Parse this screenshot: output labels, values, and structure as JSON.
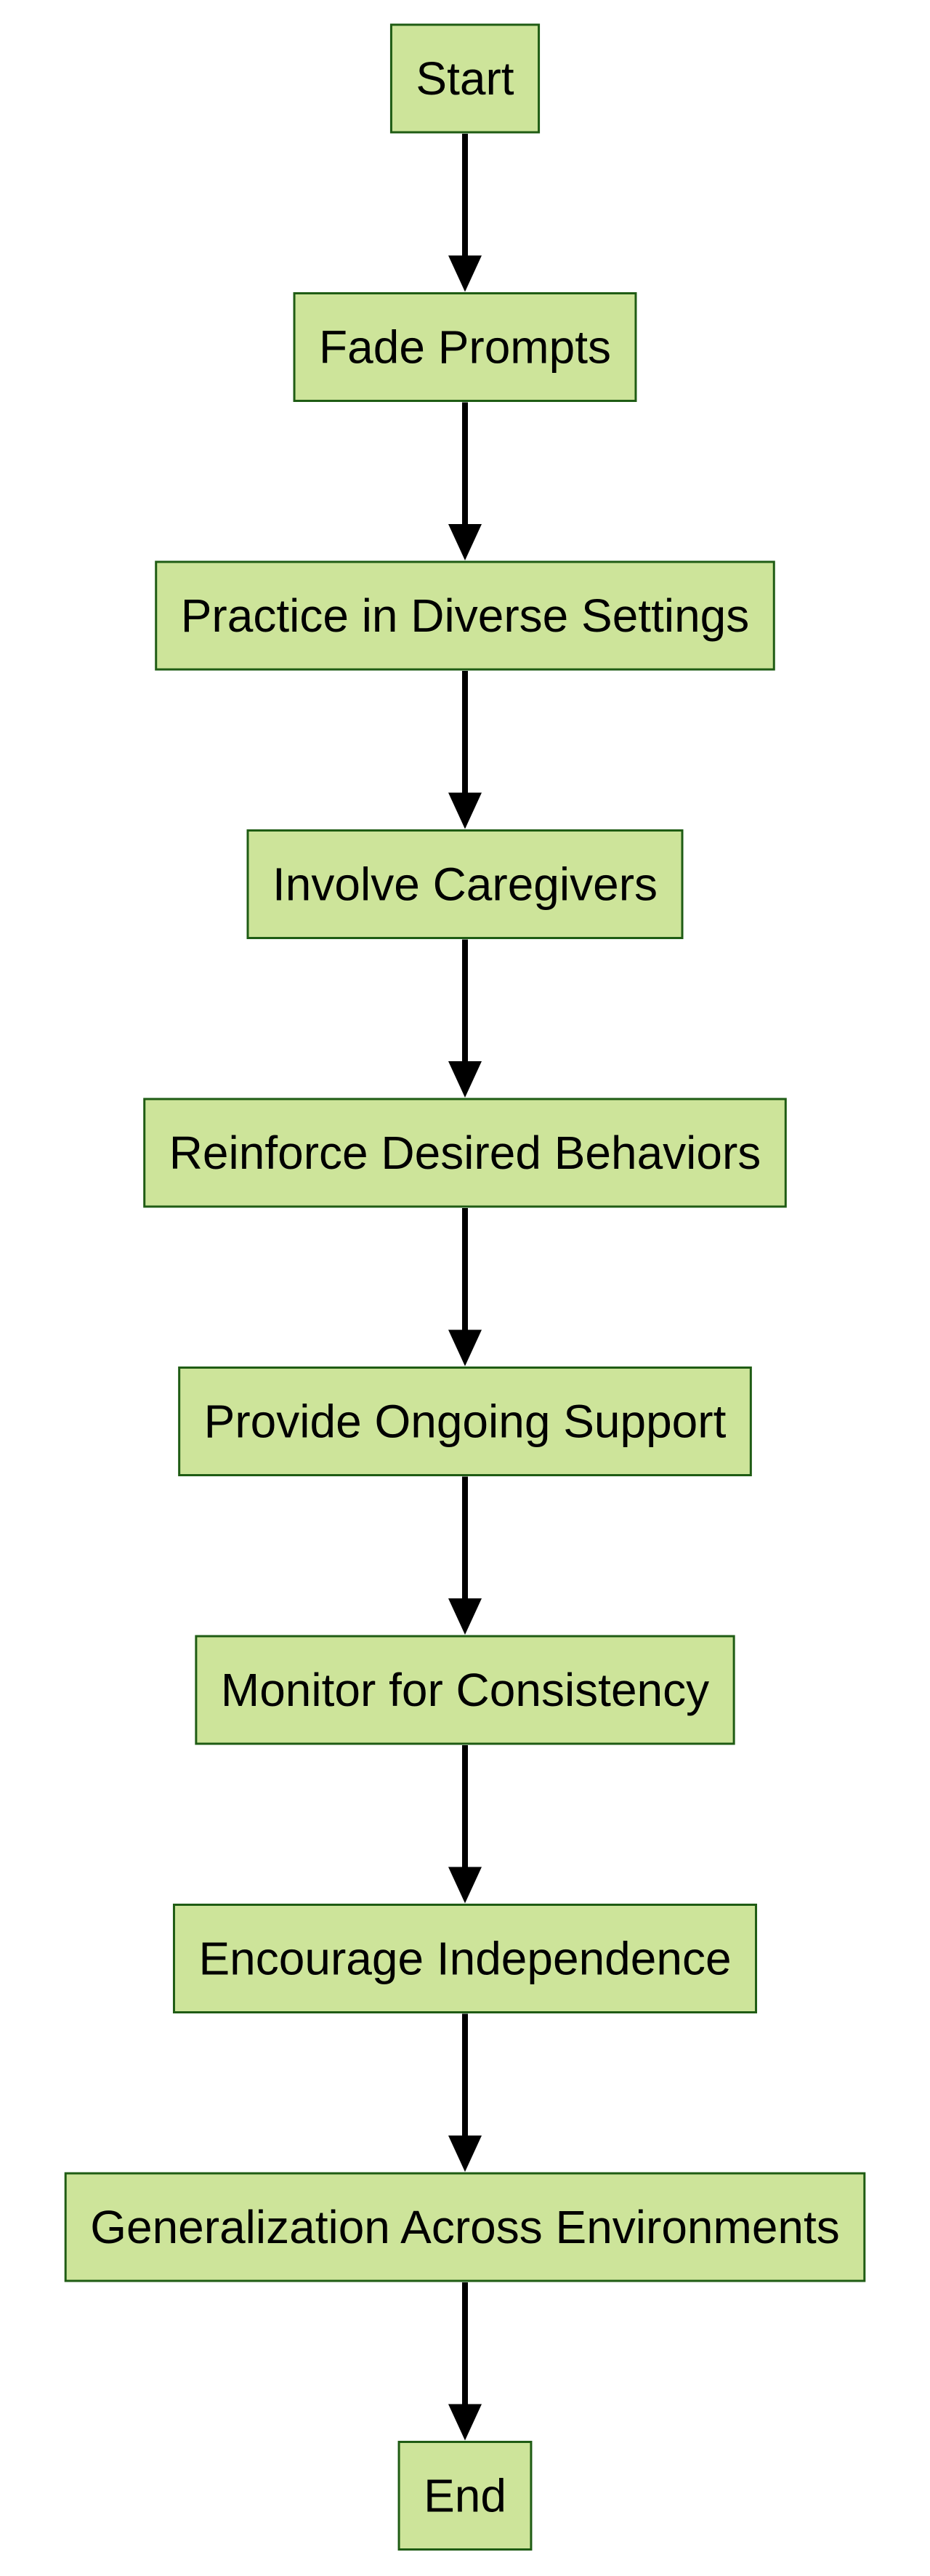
{
  "style": {
    "node_fill": "#cde49a",
    "node_stroke": "#1f5c14",
    "edge_color": "#000000",
    "background": "#ffffff"
  },
  "nodes": [
    {
      "id": "start",
      "label": "Start"
    },
    {
      "id": "fade-prompts",
      "label": "Fade Prompts"
    },
    {
      "id": "practice-in-diverse-settings",
      "label": "Practice in Diverse Settings"
    },
    {
      "id": "involve-caregivers",
      "label": "Involve Caregivers"
    },
    {
      "id": "reinforce-desired-behaviors",
      "label": "Reinforce Desired Behaviors"
    },
    {
      "id": "provide-ongoing-support",
      "label": "Provide Ongoing Support"
    },
    {
      "id": "monitor-for-consistency",
      "label": "Monitor for Consistency"
    },
    {
      "id": "encourage-independence",
      "label": "Encourage Independence"
    },
    {
      "id": "generalization-across-environments",
      "label": "Generalization Across Environments"
    },
    {
      "id": "end",
      "label": "End"
    }
  ],
  "edges": [
    {
      "from": "start",
      "to": "fade-prompts"
    },
    {
      "from": "fade-prompts",
      "to": "practice-in-diverse-settings"
    },
    {
      "from": "practice-in-diverse-settings",
      "to": "involve-caregivers"
    },
    {
      "from": "involve-caregivers",
      "to": "reinforce-desired-behaviors"
    },
    {
      "from": "reinforce-desired-behaviors",
      "to": "provide-ongoing-support"
    },
    {
      "from": "provide-ongoing-support",
      "to": "monitor-for-consistency"
    },
    {
      "from": "monitor-for-consistency",
      "to": "encourage-independence"
    },
    {
      "from": "encourage-independence",
      "to": "generalization-across-environments"
    },
    {
      "from": "generalization-across-environments",
      "to": "end"
    }
  ]
}
